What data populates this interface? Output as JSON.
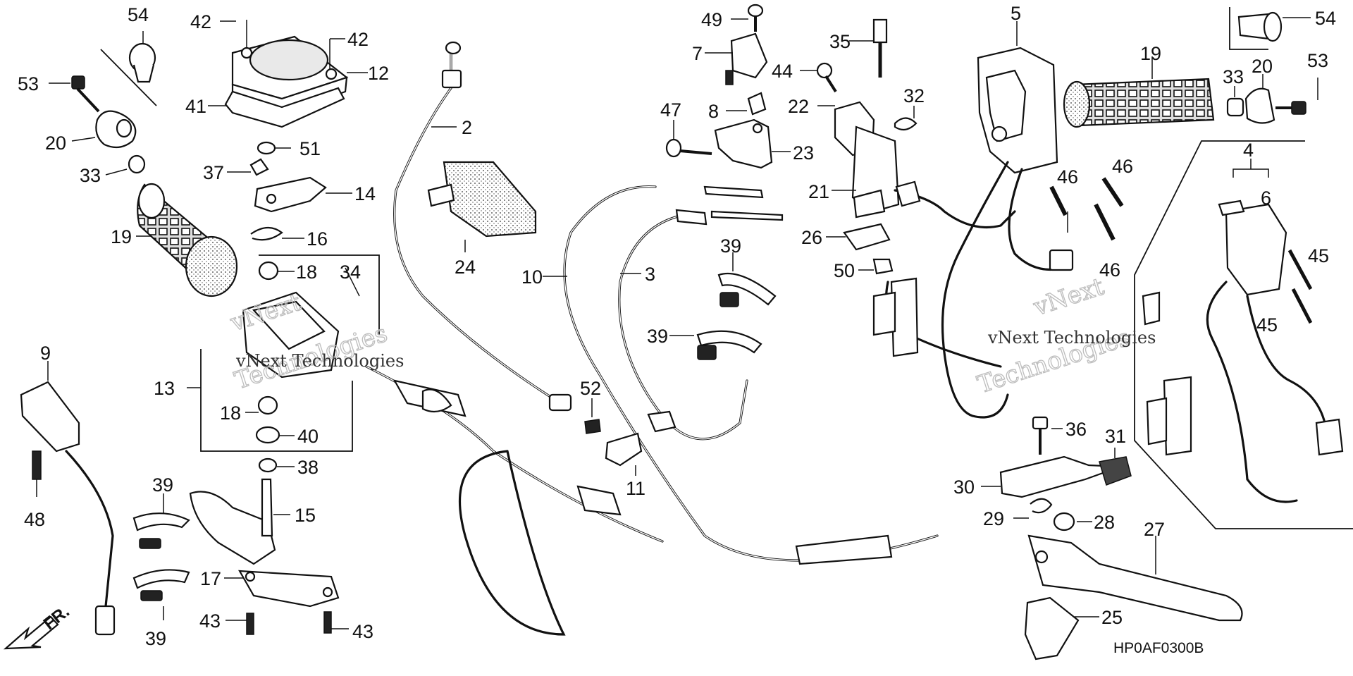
{
  "diagram": {
    "drawing_code": "HP0AF0300B",
    "direction_label": "FR.",
    "watermark": {
      "line1": "vNext",
      "line2": "Technologies",
      "full": "vNext Technologies"
    },
    "callouts": [
      "54",
      "42",
      "42",
      "12",
      "53",
      "41",
      "20",
      "51",
      "33",
      "37",
      "14",
      "19",
      "16",
      "18",
      "34",
      "13",
      "18",
      "40",
      "38",
      "9",
      "48",
      "39",
      "39",
      "15",
      "17",
      "43",
      "43",
      "2",
      "24",
      "10",
      "3",
      "39",
      "39",
      "52",
      "11",
      "49",
      "7",
      "8",
      "47",
      "44",
      "23",
      "35",
      "22",
      "32",
      "21",
      "26",
      "50",
      "5",
      "19",
      "33",
      "20",
      "53",
      "54",
      "46",
      "46",
      "46",
      "4",
      "6",
      "45",
      "45",
      "36",
      "31",
      "30",
      "29",
      "28",
      "27",
      "25"
    ]
  }
}
